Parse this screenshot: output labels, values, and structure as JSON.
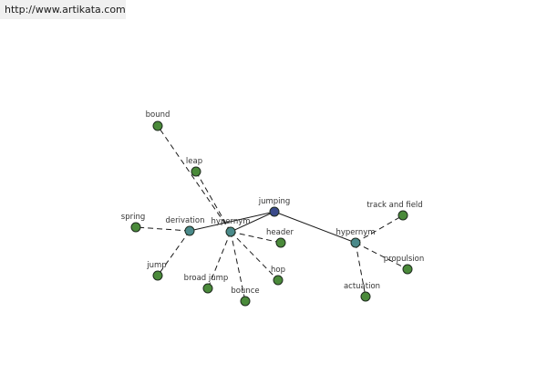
{
  "header": {
    "url": "http://www.artikata.com",
    "bar_color": "#f0f0f0"
  },
  "colors": {
    "root": "#3a4a8a",
    "relation": "#4a8a8a",
    "leaf": "#4a8a3a",
    "edge": "#1a1a1a"
  },
  "nodes": [
    {
      "id": "jumping",
      "label": "jumping",
      "kind": "root"
    },
    {
      "id": "hyp1",
      "label": "hypernym",
      "kind": "relation"
    },
    {
      "id": "hyp2",
      "label": "hypernym",
      "kind": "relation"
    },
    {
      "id": "deriv",
      "label": "derivation",
      "kind": "relation"
    },
    {
      "id": "bound",
      "label": "bound",
      "kind": "leaf"
    },
    {
      "id": "leap",
      "label": "leap",
      "kind": "leaf"
    },
    {
      "id": "spring",
      "label": "spring",
      "kind": "leaf"
    },
    {
      "id": "jump",
      "label": "jump",
      "kind": "leaf"
    },
    {
      "id": "broadjump",
      "label": "broad jump",
      "kind": "leaf"
    },
    {
      "id": "bounce",
      "label": "bounce",
      "kind": "leaf"
    },
    {
      "id": "hop",
      "label": "hop",
      "kind": "leaf"
    },
    {
      "id": "header",
      "label": "header",
      "kind": "leaf"
    },
    {
      "id": "trackfield",
      "label": "track and field",
      "kind": "leaf"
    },
    {
      "id": "propulsion",
      "label": "propulsion",
      "kind": "leaf"
    },
    {
      "id": "actuation",
      "label": "actuation",
      "kind": "leaf"
    }
  ],
  "edges": [
    {
      "from": "jumping",
      "to": "hyp1",
      "style": "solid"
    },
    {
      "from": "jumping",
      "to": "hyp2",
      "style": "solid"
    },
    {
      "from": "jumping",
      "to": "deriv",
      "style": "solid"
    },
    {
      "from": "hyp1",
      "to": "bound",
      "style": "dashed"
    },
    {
      "from": "hyp1",
      "to": "leap",
      "style": "dashed"
    },
    {
      "from": "hyp1",
      "to": "broadjump",
      "style": "dashed"
    },
    {
      "from": "hyp1",
      "to": "bounce",
      "style": "dashed"
    },
    {
      "from": "hyp1",
      "to": "hop",
      "style": "dashed"
    },
    {
      "from": "hyp1",
      "to": "header",
      "style": "dashed"
    },
    {
      "from": "deriv",
      "to": "spring",
      "style": "dashed"
    },
    {
      "from": "deriv",
      "to": "jump",
      "style": "dashed"
    },
    {
      "from": "hyp2",
      "to": "trackfield",
      "style": "dashed"
    },
    {
      "from": "hyp2",
      "to": "propulsion",
      "style": "dashed"
    },
    {
      "from": "hyp2",
      "to": "actuation",
      "style": "dashed"
    }
  ]
}
